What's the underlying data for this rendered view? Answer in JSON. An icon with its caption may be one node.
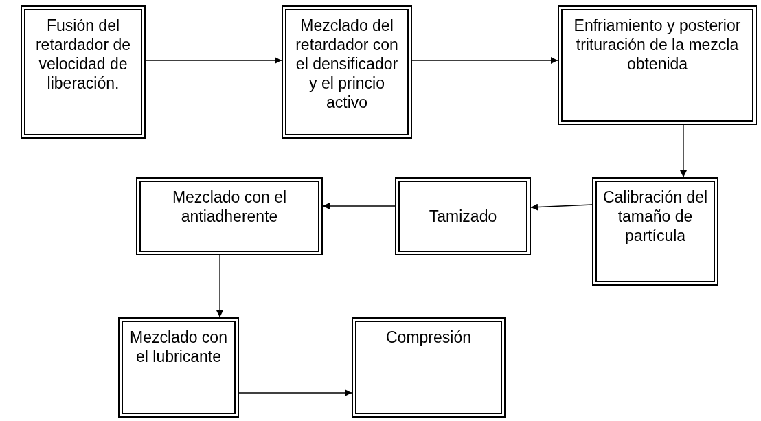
{
  "diagram": {
    "nodes": [
      {
        "text": [
          "Fusión del retardador de velocidad de liberación."
        ]
      },
      {
        "text": [
          "Mezclado del retardador con el densificador y el princio activo"
        ]
      },
      {
        "text": [
          "Enfriamiento y posterior trituración de la mezcla obtenida"
        ]
      },
      {
        "text": [
          "Calibración del tamaño de partícula"
        ]
      },
      {
        "text": [
          "Tamizado"
        ]
      },
      {
        "text": [
          "Mezclado con el antiadherente"
        ]
      },
      {
        "text": [
          "Mezclado con el lubricante"
        ]
      },
      {
        "text": [
          "Compresión"
        ]
      }
    ],
    "edges": [
      {
        "from": 0,
        "to": 1,
        "arrow": "to"
      },
      {
        "from": 1,
        "to": 2,
        "arrow": "to"
      },
      {
        "from": 2,
        "to": 3,
        "arrow": "to"
      },
      {
        "from": 3,
        "to": 4,
        "arrow": "to"
      },
      {
        "from": 4,
        "to": 5,
        "arrow": "to"
      },
      {
        "from": 5,
        "to": 6,
        "arrow": "to"
      },
      {
        "from": 6,
        "to": 7,
        "arrow": "to"
      }
    ]
  }
}
